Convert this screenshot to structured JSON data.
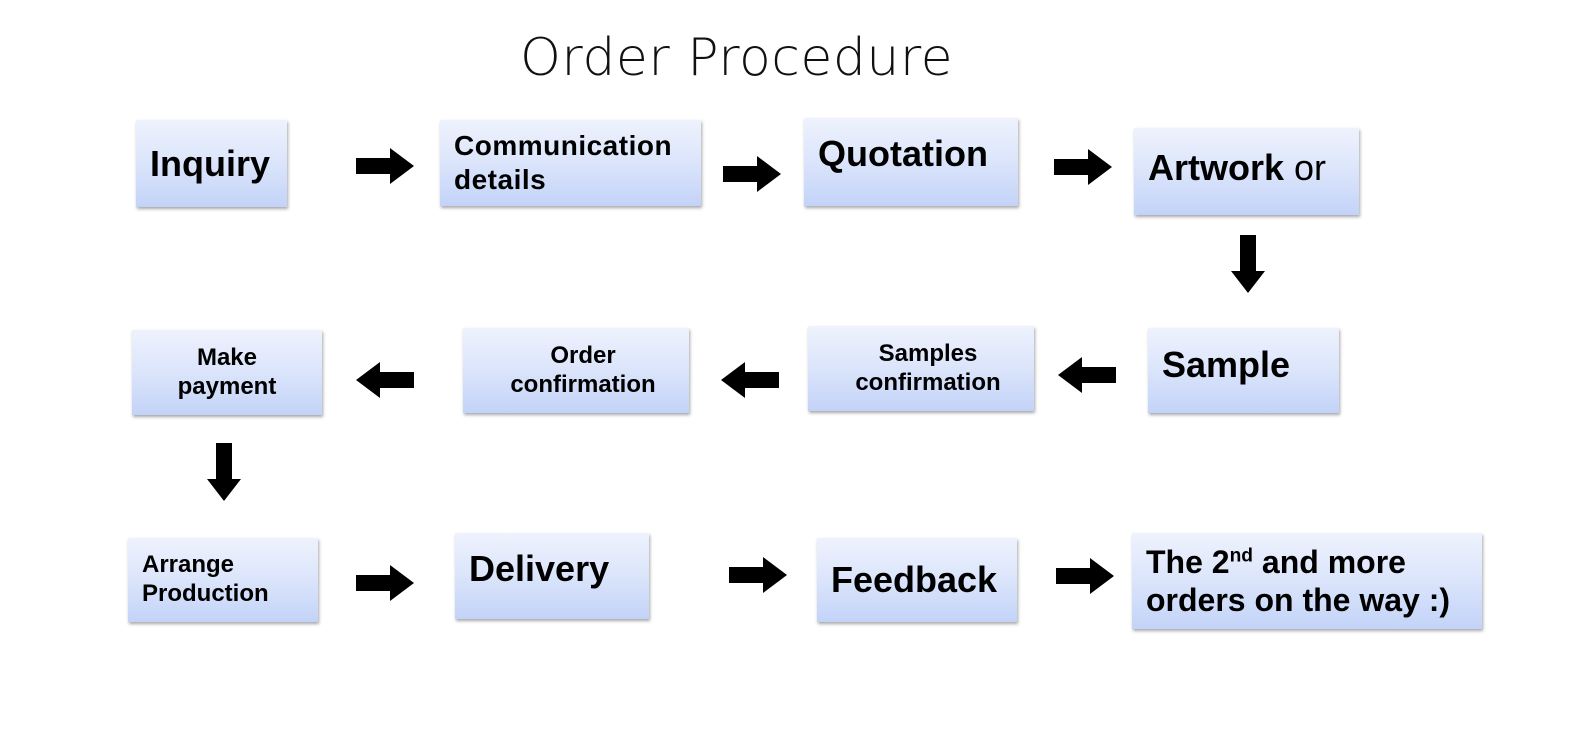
{
  "title": "Order Procedure",
  "steps": {
    "inquiry": "Inquiry",
    "communication_line1": "Communication",
    "communication_line2": "details",
    "quotation": "Quotation",
    "artwork_bold": "Artwork",
    "artwork_normal": " or",
    "sample": "Sample",
    "samples_confirmation_line1": "Samples",
    "samples_confirmation_line2": "confirmation",
    "order_confirmation_line1": "Order",
    "order_confirmation_line2": "confirmation",
    "make_payment_line1": "Make",
    "make_payment_line2": "payment",
    "arrange_production_line1": "Arrange",
    "arrange_production_line2": "Production",
    "delivery": "Delivery",
    "feedback": "Feedback",
    "repeat_orders_prefix": "The 2",
    "repeat_orders_sup": "nd",
    "repeat_orders_suffix": " and more",
    "repeat_orders_line2": "orders on the way  :)"
  },
  "colors": {
    "box_top": "#eef2fd",
    "box_bottom": "#c3d3f8",
    "arrow": "#000000"
  }
}
